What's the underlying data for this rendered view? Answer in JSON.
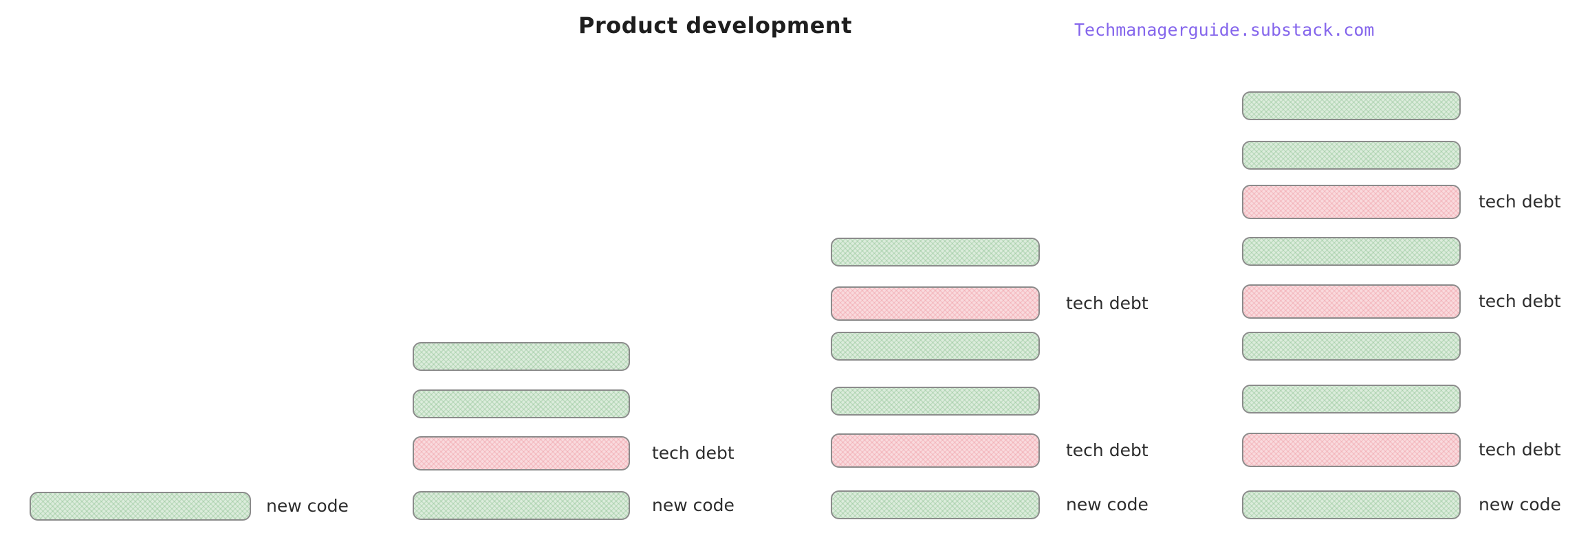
{
  "header": {
    "title": "Product development",
    "watermark": "Techmanagerguide.substack.com"
  },
  "labels": {
    "tech_debt": "tech debt",
    "new_code": "new code"
  },
  "colors": {
    "new_code_fill": "#dcecdc",
    "new_code_hatch": "#7db982",
    "tech_debt_fill": "#f9dadd",
    "tech_debt_hatch": "#eb8791",
    "bar_border": "#8b8b8b",
    "title_text": "#1e1e1e",
    "label_text": "#2d2d2d",
    "watermark_text": "#8566ec",
    "background": "#ffffff"
  },
  "chart_data": {
    "type": "bar",
    "subtype": "hand-drawn-stacked-columns",
    "title": "Product development",
    "description": "Four development stages over time; each stage is a stack of horizontal bars. Green bars = new code, pink bars = tech debt. Tech debt grows as the product develops.",
    "legend": {
      "green": "new code",
      "pink": "tech debt"
    },
    "columns": [
      {
        "name": "stage-1",
        "bars": [
          {
            "kind": "new_code",
            "label": "new code"
          }
        ]
      },
      {
        "name": "stage-2",
        "bars": [
          {
            "kind": "new_code"
          },
          {
            "kind": "new_code"
          },
          {
            "kind": "tech_debt",
            "label": "tech debt"
          },
          {
            "kind": "new_code",
            "label": "new code"
          }
        ]
      },
      {
        "name": "stage-3",
        "bars": [
          {
            "kind": "new_code"
          },
          {
            "kind": "tech_debt",
            "label": "tech debt"
          },
          {
            "kind": "new_code"
          },
          {
            "kind": "new_code"
          },
          {
            "kind": "tech_debt",
            "label": "tech debt"
          },
          {
            "kind": "new_code",
            "label": "new code"
          }
        ]
      },
      {
        "name": "stage-4",
        "bars": [
          {
            "kind": "new_code"
          },
          {
            "kind": "new_code"
          },
          {
            "kind": "tech_debt",
            "label": "tech debt"
          },
          {
            "kind": "new_code"
          },
          {
            "kind": "tech_debt",
            "label": "tech debt"
          },
          {
            "kind": "new_code"
          },
          {
            "kind": "new_code"
          },
          {
            "kind": "tech_debt",
            "label": "tech debt"
          },
          {
            "kind": "new_code",
            "label": "new code"
          }
        ]
      }
    ],
    "counts": {
      "new_code_per_stage": [
        1,
        3,
        4,
        6
      ],
      "tech_debt_per_stage": [
        0,
        1,
        2,
        3
      ]
    }
  }
}
